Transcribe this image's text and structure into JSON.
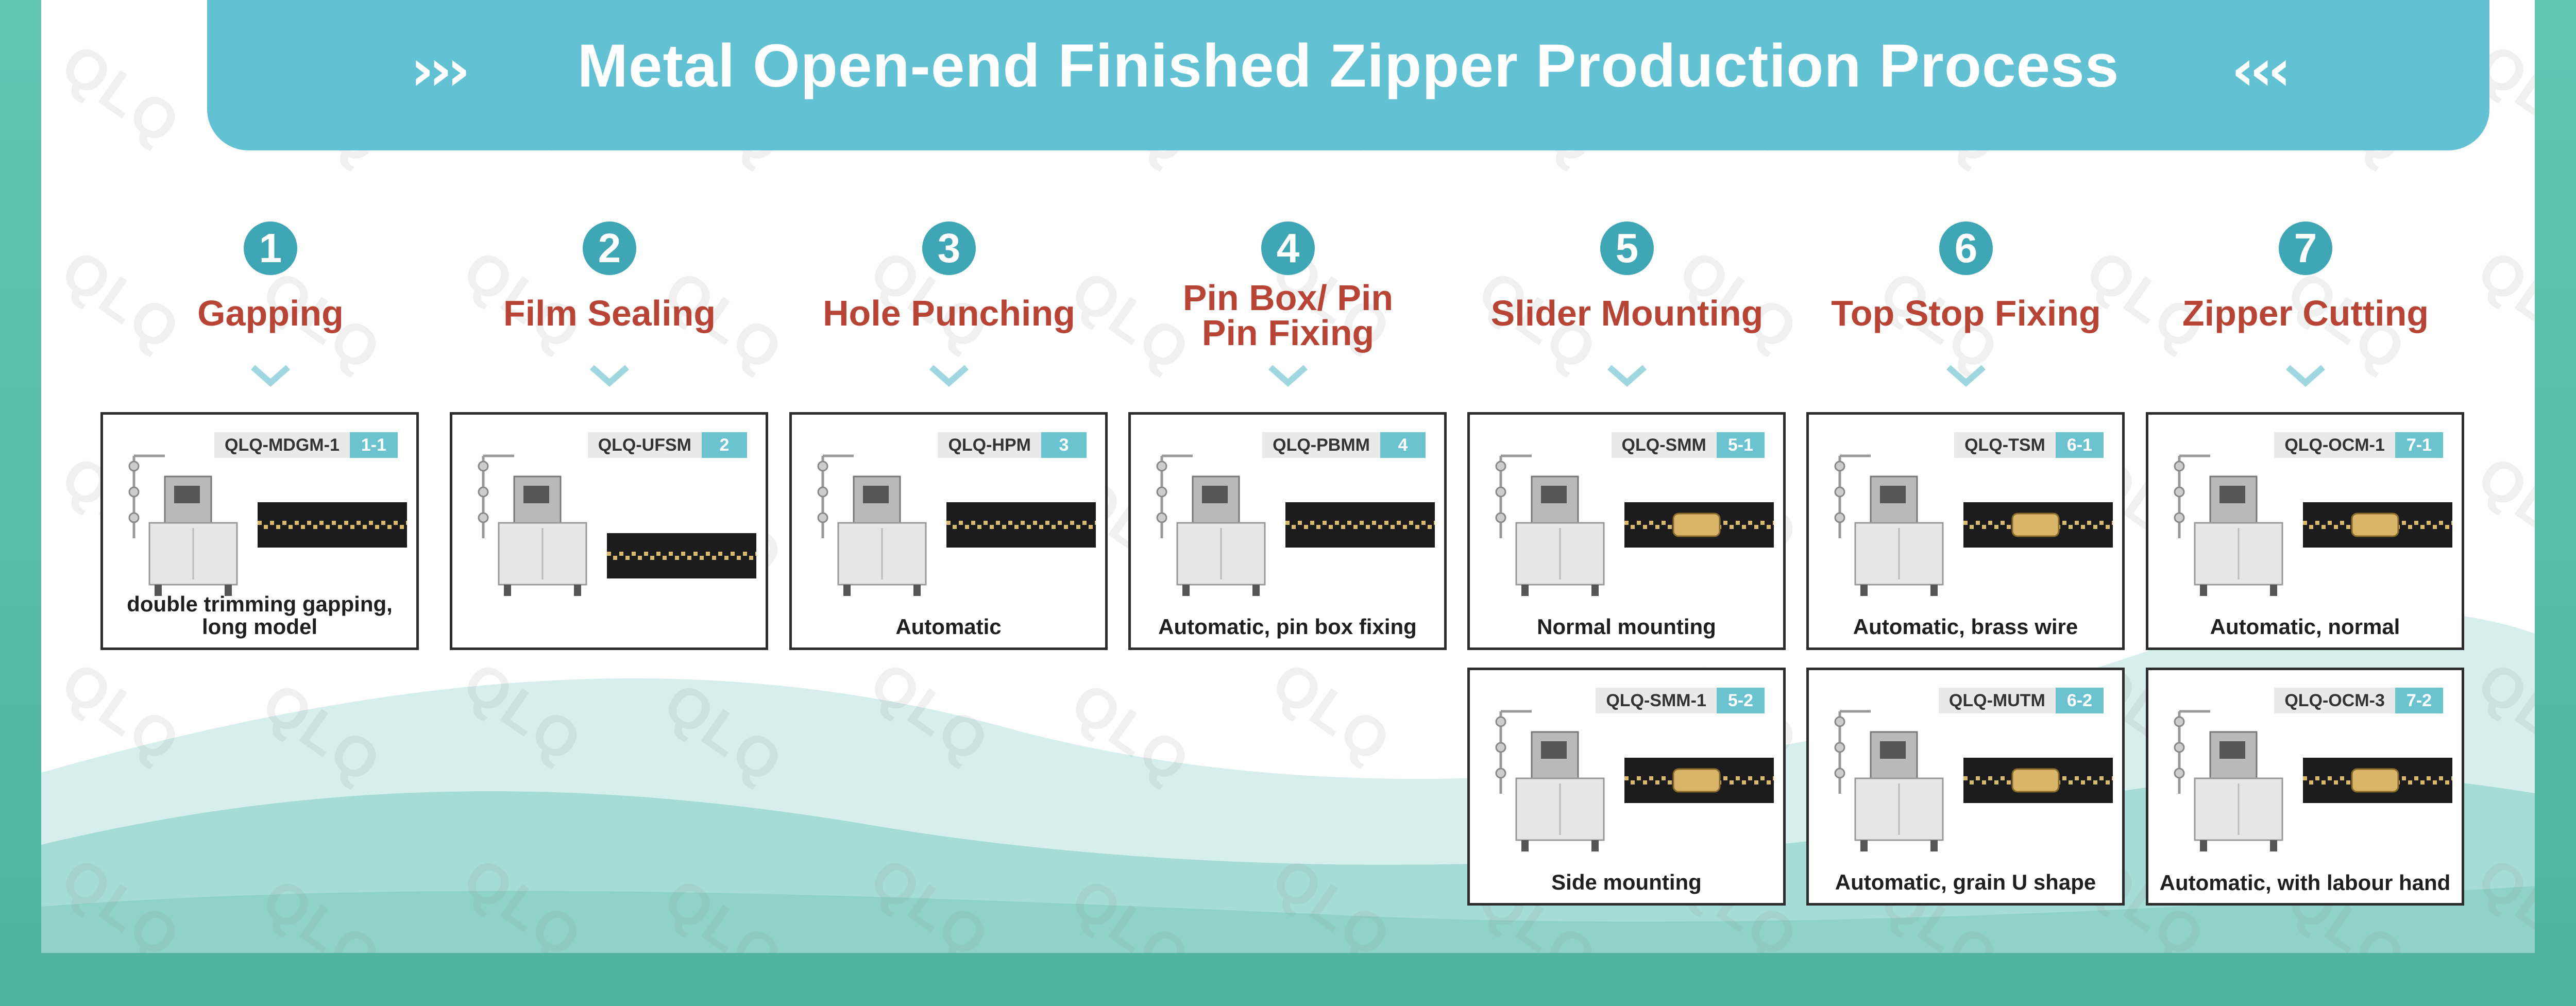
{
  "title": "Metal Open-end Finished Zipper Production Process",
  "chevrons": {
    "left": "›››",
    "right": "‹‹‹"
  },
  "watermark": "QLQ",
  "colors": {
    "header": "#62c2d4",
    "step_number": "#3fa6b6",
    "step_label": "#b84436",
    "code_tag": "#6cc3d0",
    "frame": "#5bbfa8",
    "zipper_tape": "#1c1c1c",
    "zipper_teeth": "#d8b86a"
  },
  "steps": [
    {
      "number": "1",
      "label": "Gapping"
    },
    {
      "number": "2",
      "label": "Film Sealing"
    },
    {
      "number": "3",
      "label": "Hole Punching"
    },
    {
      "number": "4",
      "label": "Pin Box/ Pin Pin Fixing"
    },
    {
      "number": "5",
      "label": "Slider Mounting"
    },
    {
      "number": "6",
      "label": "Top  Stop Fixing"
    },
    {
      "number": "7",
      "label": "Zipper Cutting"
    }
  ],
  "cards": [
    {
      "model": "QLQ-MDGM-1",
      "index": "1-1",
      "caption": "double trimming gapping, long model"
    },
    {
      "model": "QLQ-UFSM",
      "index": "2",
      "caption": ""
    },
    {
      "model": "QLQ-HPM",
      "index": "3",
      "caption": "Automatic"
    },
    {
      "model": "QLQ-PBMM",
      "index": "4",
      "caption": "Automatic, pin box fixing"
    },
    {
      "model": "QLQ-SMM",
      "index": "5-1",
      "caption": "Normal mounting"
    },
    {
      "model": "QLQ-TSM",
      "index": "6-1",
      "caption": "Automatic, brass wire"
    },
    {
      "model": "QLQ-OCM-1",
      "index": "7-1",
      "caption": "Automatic, normal"
    },
    {
      "model": "QLQ-SMM-1",
      "index": "5-2",
      "caption": "Side mounting"
    },
    {
      "model": "QLQ-MUTM",
      "index": "6-2",
      "caption": "Automatic, grain U shape"
    },
    {
      "model": "QLQ-OCM-3",
      "index": "7-2",
      "caption": "Automatic, with labour hand"
    }
  ]
}
